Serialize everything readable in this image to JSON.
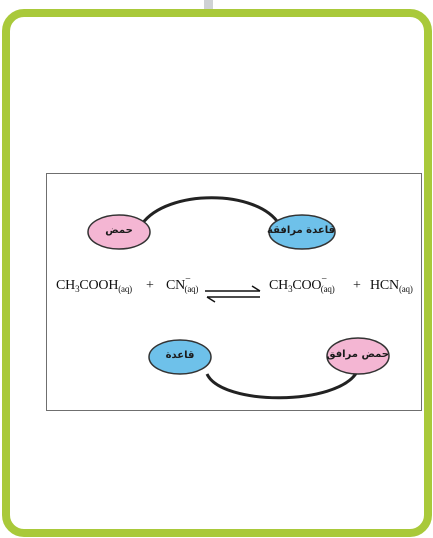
{
  "diagram": {
    "labels": {
      "acid": "حمض",
      "conjugate_base": "قاعدة مرافقة",
      "base": "قاعدة",
      "conjugate_acid": "حمض مرافق"
    },
    "equation": {
      "reactant1": {
        "formula_a": "CH",
        "sub_a": "3",
        "formula_b": "COOH",
        "state": "(aq)"
      },
      "plus1": "+",
      "reactant2": {
        "formula": "CN",
        "charge": "−",
        "state": "(aq)"
      },
      "product1": {
        "formula_a": "CH",
        "sub_a": "3",
        "formula_b": "COO",
        "charge": "−",
        "state": "(aq)"
      },
      "plus2": "+",
      "product2": {
        "formula": "HCN",
        "state": "(aq)"
      }
    },
    "colors": {
      "acid_fill": "#f4b6d3",
      "base_fill": "#6ec1ea",
      "border_green": "#a9c93a",
      "stroke": "#222222"
    }
  }
}
